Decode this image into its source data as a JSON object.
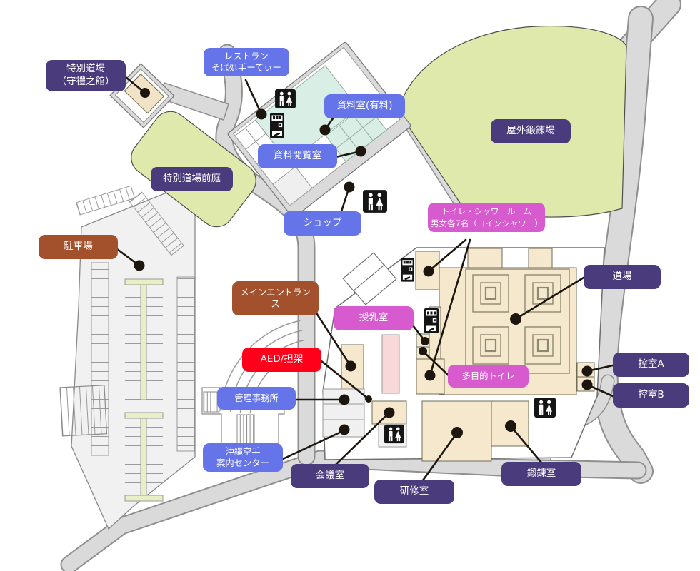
{
  "map": {
    "labels": {
      "special_dojo": "特別道場\n（守禮之館）",
      "restaurant": "レストラン\nそば処手ーてぃー",
      "archive_room": "資料室(有料)",
      "outdoor_training": "屋外鍛錬場",
      "special_dojo_garden": "特別道場前庭",
      "archive_reading_room": "資料閲覧室",
      "shop": "ショップ",
      "parking": "駐車場",
      "toilet_shower": "トイレ・シャワールーム\n男女各7名（コインシャワー）",
      "main_entrance": "メインエントランス",
      "dojo": "道場",
      "nursing_room": "授乳室",
      "aed": "AED/担架",
      "multipurpose_toilet": "多目的トイレ",
      "admin_office": "管理事務所",
      "waiting_room_a": "控室A",
      "waiting_room_b": "控室B",
      "karate_info_center": "沖縄空手\n案内センター",
      "meeting_room": "会議室",
      "seminar_room": "研修室",
      "training_room": "鍛錬室"
    },
    "icons": {
      "restroom": "restroom-icon (men/women pictogram)",
      "vending_machine": "vending-machine-icon"
    },
    "colors": {
      "facility_purple": "#4a3b7d",
      "facility_blue": "#6574e8",
      "amenity_pink": "#d75ace",
      "entrance_brown": "#a3512c",
      "emergency_red": "#fe0019",
      "building_beige": "#f5e8cd",
      "green_space": "#dfe9ab",
      "museum_teal": "#d9eee5",
      "road_gray": "#dadada"
    }
  }
}
